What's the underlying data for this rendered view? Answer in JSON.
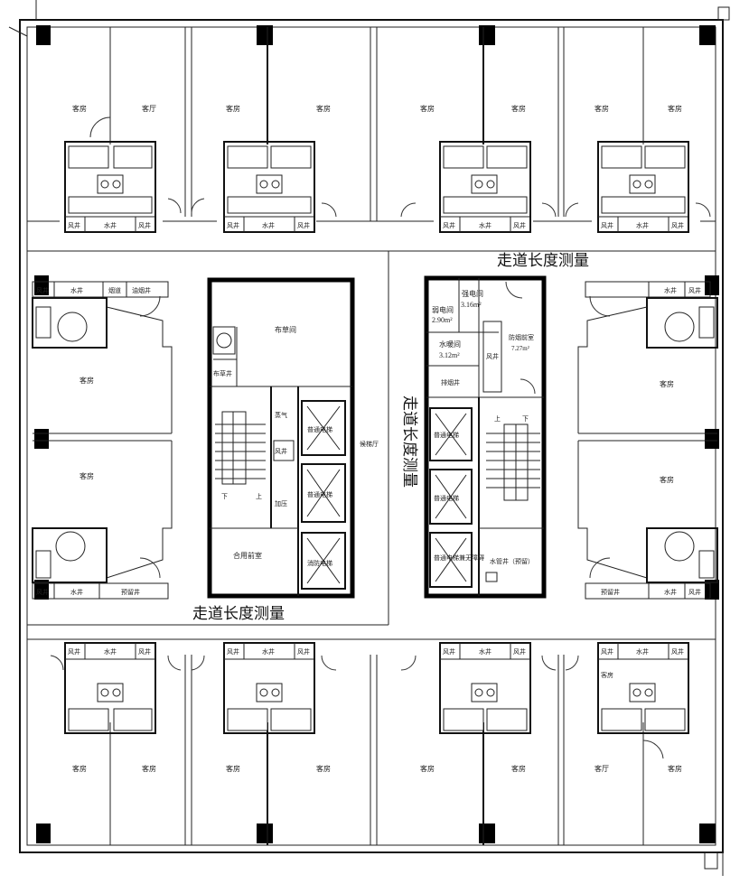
{
  "labels": {
    "guest_room": "客房",
    "guest_hall": "客厅",
    "wind_shaft": "风井",
    "water_shaft": "水井",
    "chimney": "烟道",
    "oil_smoke_shaft": "油烟井",
    "reserved_shaft": "预留井",
    "linen_room": "布草间",
    "linen_shaft": "布草井",
    "pressurization": "加压",
    "steam": "蒸气",
    "up": "上",
    "down": "下",
    "passenger_elevator": "普通电梯",
    "fire_elevator": "消防电梯",
    "fire_elevator_combined": "普通电梯兼无障碍",
    "elevator_hall": "候梯厅",
    "shared_front_room": "合用前室",
    "smoke_front_room": "防烟前室",
    "smoke_front_area": "7.27m²",
    "water_pipe_well": "水管井（预留）",
    "smoke_shaft": "排烟井"
  },
  "rooms_electrical": {
    "weak_power": "弱电间",
    "weak_power_area": "2.90m²",
    "strong_power": "强电间",
    "strong_power_area": "3.16m²",
    "water_room": "水暖间",
    "water_room_area": "3.12m²"
  },
  "annotations": {
    "corridor_top_right": "走道长度测量",
    "corridor_bottom_left": "走道长度测量",
    "corridor_vertical": "走道长度测量"
  }
}
